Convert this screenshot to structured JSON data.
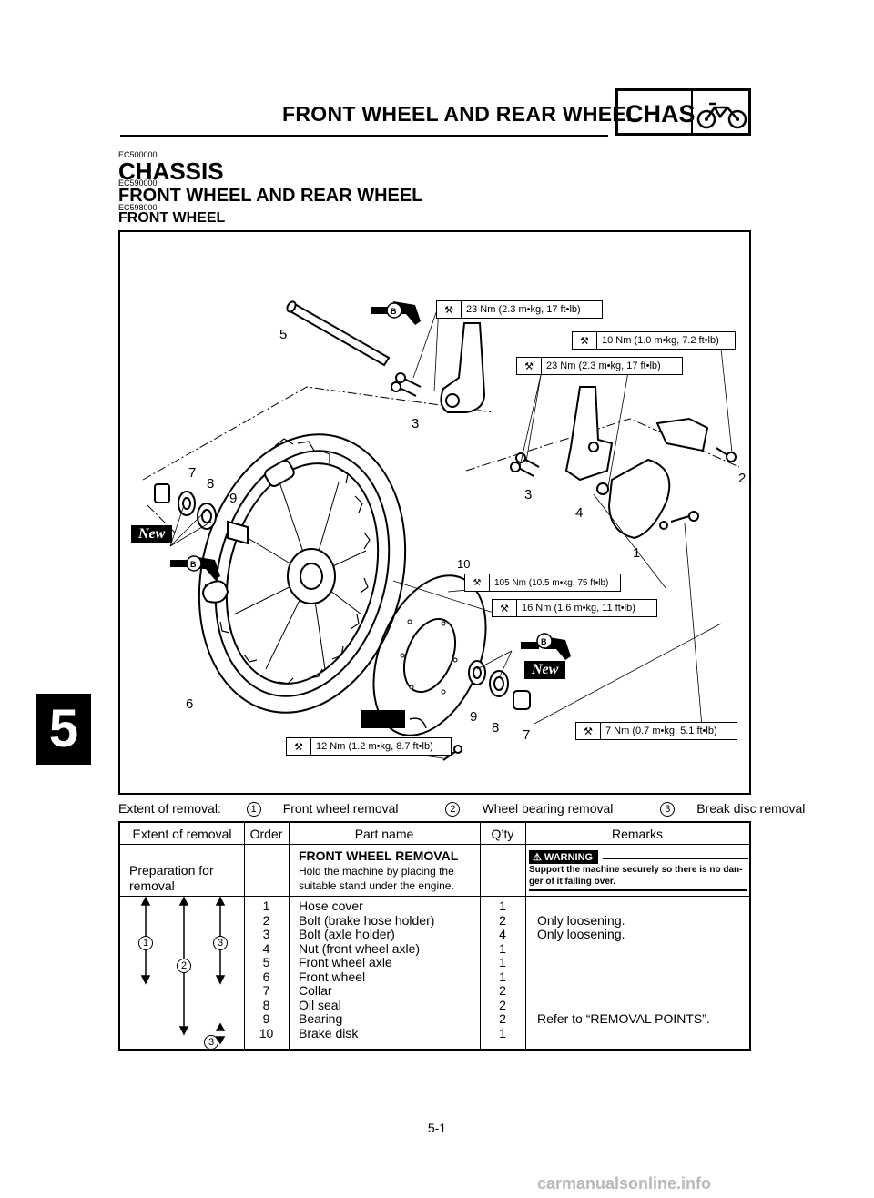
{
  "header": {
    "title": "FRONT WHEEL AND REAR WHEEL",
    "section_badge": "CHAS",
    "section_icon": "motorcycle-icon"
  },
  "codes": {
    "c1": "EC500000",
    "c2": "EC590000",
    "c3": "EC598000"
  },
  "headings": {
    "chassis": "CHASSIS",
    "front_rear": "FRONT WHEEL AND REAR WHEEL",
    "front": "FRONT WHEEL"
  },
  "diagram": {
    "torques": [
      "23 Nm (2.3 m•kg, 17 ft•lb)",
      "10 Nm (1.0 m•kg, 7.2 ft•lb)",
      "23 Nm (2.3 m•kg, 17 ft•lb)",
      "105 Nm (10.5 m•kg, 75 ft•lb)",
      "16 Nm (1.6 m•kg, 11 ft•lb)",
      "7 Nm (0.7 m•kg, 5.1 ft•lb)",
      "12 Nm (1.2 m•kg, 8.7 ft•lb)"
    ],
    "labels": [
      "5",
      "3",
      "3",
      "2",
      "4",
      "1",
      "7",
      "8",
      "9",
      "10",
      "6",
      "9",
      "8",
      "7"
    ],
    "new_tag": "New",
    "grease_tag": "B"
  },
  "extent": {
    "label": "Extent of removal:",
    "items": [
      {
        "num": "1",
        "text": "Front wheel removal"
      },
      {
        "num": "2",
        "text": "Wheel bearing removal"
      },
      {
        "num": "3",
        "text": "Break disc removal"
      }
    ]
  },
  "table": {
    "headers": [
      "Extent of removal",
      "Order",
      "Part name",
      "Q’ty",
      "Remarks"
    ],
    "prep": {
      "extent": "Preparation for removal",
      "title": "FRONT WHEEL REMOVAL",
      "desc1": "Hold the machine by placing the",
      "desc2": "suitable stand under the engine.",
      "warning_label": "WARNING",
      "warning_text1": "Support the machine securely so there is no dan-",
      "warning_text2": "ger of it falling over."
    },
    "rows": [
      {
        "order": "1",
        "part": "Hose cover",
        "qty": "1",
        "remark": ""
      },
      {
        "order": "2",
        "part": "Bolt (brake hose holder)",
        "qty": "2",
        "remark": "Only loosening."
      },
      {
        "order": "3",
        "part": "Bolt (axle holder)",
        "qty": "4",
        "remark": "Only loosening."
      },
      {
        "order": "4",
        "part": "Nut (front wheel axle)",
        "qty": "1",
        "remark": ""
      },
      {
        "order": "5",
        "part": "Front wheel axle",
        "qty": "1",
        "remark": ""
      },
      {
        "order": "6",
        "part": "Front wheel",
        "qty": "1",
        "remark": ""
      },
      {
        "order": "7",
        "part": "Collar",
        "qty": "2",
        "remark": ""
      },
      {
        "order": "8",
        "part": "Oil seal",
        "qty": "2",
        "remark": ""
      },
      {
        "order": "9",
        "part": "Bearing",
        "qty": "2",
        "remark": "Refer to “REMOVAL POINTS”."
      },
      {
        "order": "10",
        "part": "Brake disk",
        "qty": "1",
        "remark": ""
      }
    ],
    "extent_markers": [
      "1",
      "2",
      "3",
      "3"
    ]
  },
  "section_tab": "5",
  "page_number": "5-1",
  "watermark": "carmanualsonline.info"
}
